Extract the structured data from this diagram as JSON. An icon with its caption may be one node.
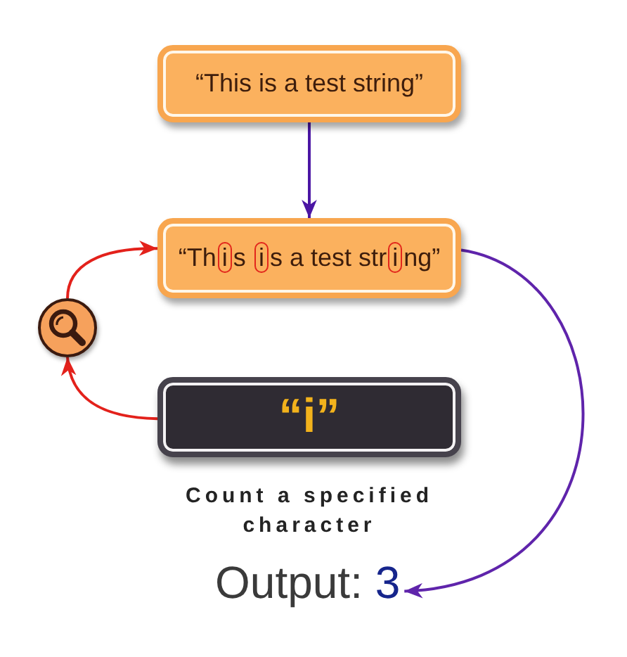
{
  "diagram": {
    "nodes": [
      {
        "text": [
          "“This is a test string”"
        ]
      },
      {
        "text": [
          "“This is a test string”"
        ]
      },
      {
        "text": [],
        "shape": "circle"
      },
      {
        "text": [
          "“i”"
        ],
        "beside": [
          "Count a specified character"
        ]
      },
      {
        "text": [
          "Output:",
          "3"
        ]
      }
    ],
    "edges": [
      {
        "from": 0,
        "to": 1,
        "arrow": "to",
        "color": "#4b16a4"
      },
      {
        "from": 3,
        "to": 2,
        "arrow": "to",
        "color": "#e3211b"
      },
      {
        "from": 2,
        "to": 1,
        "arrow": "to",
        "color": "#e3211b"
      },
      {
        "from": 1,
        "to": 4,
        "arrow": "to",
        "color": "#5f24ab"
      }
    ]
  }
}
